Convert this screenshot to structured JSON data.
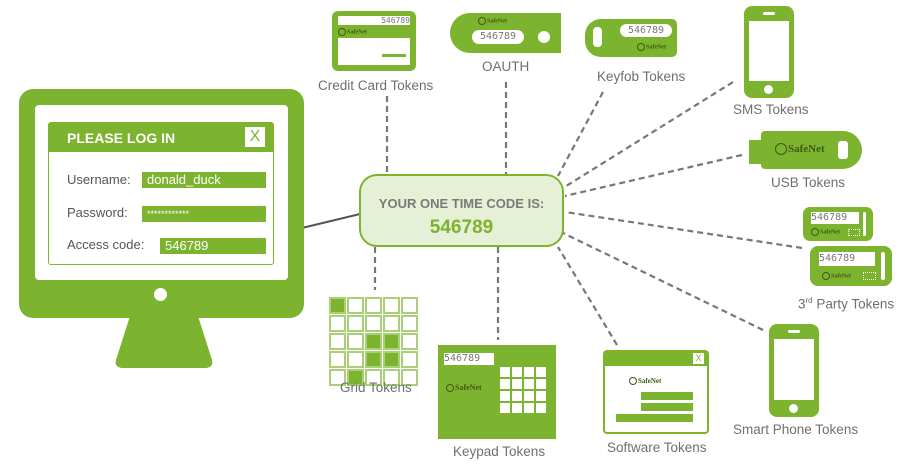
{
  "colors": {
    "brand_green": "#7cb32f",
    "light_green": "#e6f0d6",
    "text_gray": "#6f6f6f",
    "line_gray": "#777777"
  },
  "login": {
    "title": "PLEASE LOG IN",
    "close_label": "X",
    "username_label": "Username:",
    "username_value": "donald_duck",
    "password_label": "Password:",
    "password_value": "************",
    "access_label": "Access code:",
    "access_value": "546789"
  },
  "otp": {
    "title": "YOUR ONE TIME CODE IS:",
    "code": "546789"
  },
  "brand": "SafeNet",
  "device_code": "546789",
  "tokens": {
    "credit_card": "Credit Card Tokens",
    "oauth": "OAUTH",
    "keyfob": "Keyfob Tokens",
    "sms": "SMS Tokens",
    "usb": "USB Tokens",
    "third_party_prefix": "3",
    "third_party_sup": "rd",
    "third_party_suffix": " Party Tokens",
    "smart_phone": "Smart Phone Tokens",
    "software": "Software Tokens",
    "keypad": "Keypad Tokens",
    "grid": "Grid Tokens"
  },
  "software_close": "X",
  "grid_pattern": [
    [
      1,
      0,
      0,
      0,
      0
    ],
    [
      0,
      0,
      0,
      0,
      0
    ],
    [
      0,
      0,
      1,
      1,
      0
    ],
    [
      0,
      0,
      1,
      1,
      0
    ],
    [
      0,
      1,
      0,
      0,
      0
    ]
  ]
}
